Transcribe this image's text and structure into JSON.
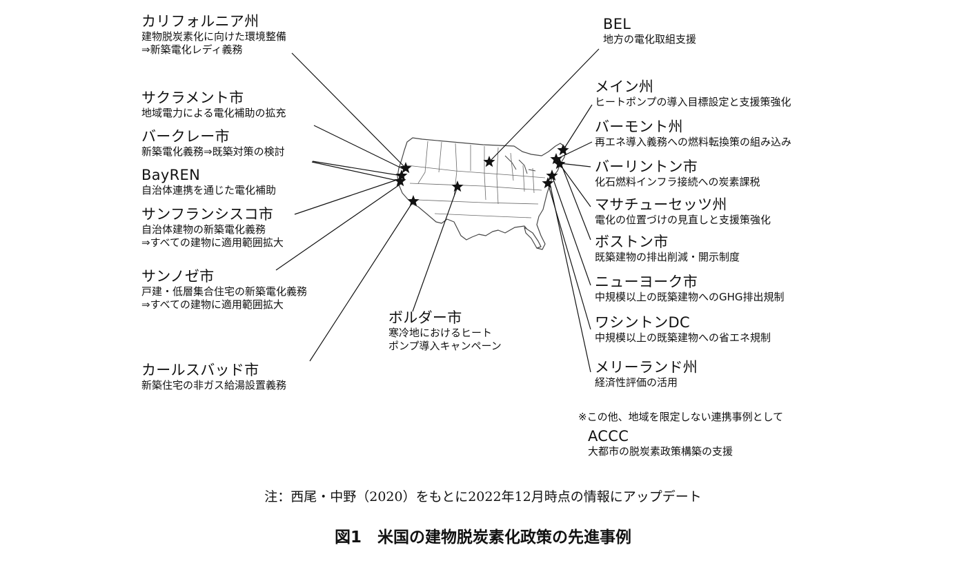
{
  "labels": [
    {
      "id": "california",
      "title": "カリフォルニア州",
      "lines": [
        "建物脱炭素化に向けた環境整備",
        "⇒新築電化レディ義務"
      ]
    },
    {
      "id": "sacramento",
      "title": "サクラメント市",
      "lines": [
        "地域電力による電化補助の拡充"
      ]
    },
    {
      "id": "berkeley",
      "title": "バークレー市",
      "lines": [
        "新築電化義務⇒既築対策の検討"
      ]
    },
    {
      "id": "bayren",
      "title": "BayREN",
      "lines": [
        "自治体連携を通じた電化補助"
      ]
    },
    {
      "id": "sanfrancisco",
      "title": "サンフランシスコ市",
      "lines": [
        "自治体建物の新築電化義務",
        "⇒すべての建物に適用範囲拡大"
      ]
    },
    {
      "id": "sanjose",
      "title": "サンノゼ市",
      "lines": [
        "戸建・低層集合住宅の新築電化義務",
        "⇒すべての建物に適用範囲拡大"
      ]
    },
    {
      "id": "carlsbad",
      "title": "カールスバッド市",
      "lines": [
        "新築住宅の非ガス給湯設置義務"
      ]
    },
    {
      "id": "boulder",
      "title": "ボルダー市",
      "lines": [
        "寒冷地におけるヒート",
        "ポンプ導入キャンペーン"
      ]
    },
    {
      "id": "bel",
      "title": "BEL",
      "lines": [
        "地方の電化取組支援"
      ]
    },
    {
      "id": "maine",
      "title": "メイン州",
      "lines": [
        "ヒートポンプの導入目標設定と支援策強化"
      ]
    },
    {
      "id": "vermont",
      "title": "バーモント州",
      "lines": [
        "再エネ導入義務への燃料転換策の組み込み"
      ]
    },
    {
      "id": "burlington",
      "title": "バーリントン市",
      "lines": [
        "化石燃料インフラ接続への炭素課税"
      ]
    },
    {
      "id": "massachusetts",
      "title": "マサチューセッツ州",
      "lines": [
        "電化の位置づけの見直しと支援策強化"
      ]
    },
    {
      "id": "boston",
      "title": "ボストン市",
      "lines": [
        "既築建物の排出削減・開示制度"
      ]
    },
    {
      "id": "newyork",
      "title": "ニューヨーク市",
      "lines": [
        "中規模以上の既築建物へのGHG排出規制"
      ]
    },
    {
      "id": "washingtondc",
      "title": "ワシントンDC",
      "lines": [
        "中規模以上の既築建物への省エネ規制"
      ]
    },
    {
      "id": "maryland",
      "title": "メリーランド州",
      "lines": [
        "経済性評価の活用"
      ]
    },
    {
      "id": "accc",
      "title": "ACCC",
      "lines": [
        "大都市の脱炭素政策構築の支援"
      ]
    }
  ],
  "other_note": "※この他、地域を限定しない連携事例として",
  "note": "注：西尾・中野（2020）をもとに2022年12月時点の情報にアップデート",
  "caption": "図1　米国の建物脱炭素化政策の先進事例",
  "colors": {
    "ink": "#111111",
    "map_fill": "#ffffff",
    "map_stroke": "#444444"
  },
  "icons": {
    "marker": "star-icon"
  }
}
